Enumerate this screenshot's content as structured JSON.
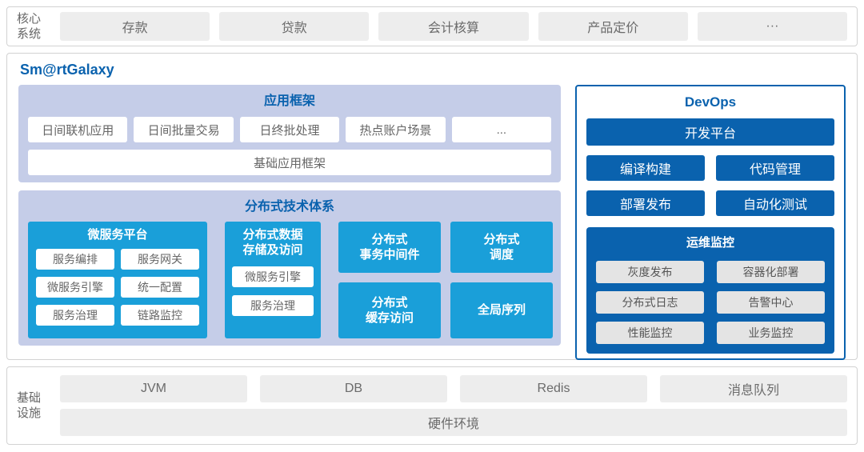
{
  "colors": {
    "accent_blue": "#0a62ae",
    "cyan": "#1a9fd9",
    "panel_periwinkle": "#c5cde8",
    "gray_box": "#ededed",
    "monitor_gray_box": "#e4e4e4"
  },
  "core_systems": {
    "label": "核心\n系统",
    "items": [
      "存款",
      "贷款",
      "会计核算",
      "产品定价",
      "···"
    ]
  },
  "galaxy": {
    "title": "Sm@rtGalaxy",
    "app_framework": {
      "title": "应用框架",
      "apps": [
        "日间联机应用",
        "日间批量交易",
        "日终批处理",
        "热点账户场景",
        "..."
      ],
      "base": "基础应用框架"
    },
    "distributed": {
      "title": "分布式技术体系",
      "microservice_platform": {
        "title": "微服务平台",
        "items": [
          "服务编排",
          "服务网关",
          "微服务引擎",
          "统一配置",
          "服务治理",
          "链路监控"
        ]
      },
      "data_storage": {
        "title": "分布式数据\n存储及访问",
        "items": [
          "微服务引擎",
          "服务治理"
        ]
      },
      "cells": [
        "分布式\n事务中间件",
        "分布式\n调度",
        "分布式\n缓存访问",
        "全局序列"
      ]
    },
    "devops": {
      "title": "DevOps",
      "platform": "开发平台",
      "tools": [
        "编译构建",
        "代码管理",
        "部署发布",
        "自动化测试"
      ],
      "monitoring": {
        "title": "运维监控",
        "items": [
          "灰度发布",
          "容器化部署",
          "分布式日志",
          "告警中心",
          "性能监控",
          "业务监控"
        ]
      }
    }
  },
  "infrastructure": {
    "label": "基础\n设施",
    "items": [
      "JVM",
      "DB",
      "Redis",
      "消息队列"
    ],
    "base": "硬件环境"
  }
}
